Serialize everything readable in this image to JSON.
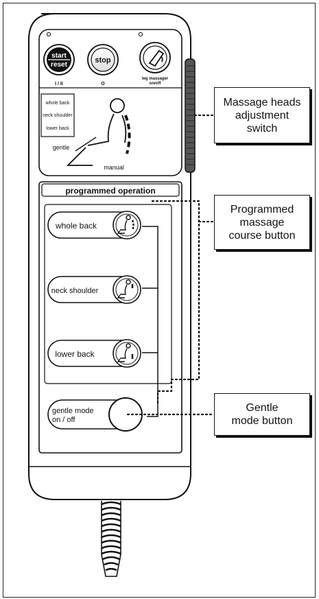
{
  "remote": {
    "start_label": "start",
    "reset_label": "reset",
    "start_sub": "I / II",
    "stop_label": "stop",
    "stop_sub": "O",
    "leg_label_1": "leg massager",
    "leg_label_2": "on/off",
    "mode_whole_back": "whole back",
    "mode_neck_shoulder": "neck shoulder",
    "mode_lower_back": "lower back",
    "gentle_label": "gentle",
    "manual_label": "manual",
    "programmed_title": "programmed operation",
    "btn_whole_back": "whole back",
    "btn_neck_shoulder": "neck shoulder",
    "btn_lower_back": "lower back",
    "gentle_mode_line1": "gentle mode",
    "gentle_mode_line2": "on / off"
  },
  "callouts": {
    "heads_switch": [
      "Massage heads",
      "adjustment",
      "switch"
    ],
    "program_button": [
      "Programmed",
      "massage",
      "course button"
    ],
    "gentle_button": [
      "Gentle",
      "mode button"
    ]
  }
}
